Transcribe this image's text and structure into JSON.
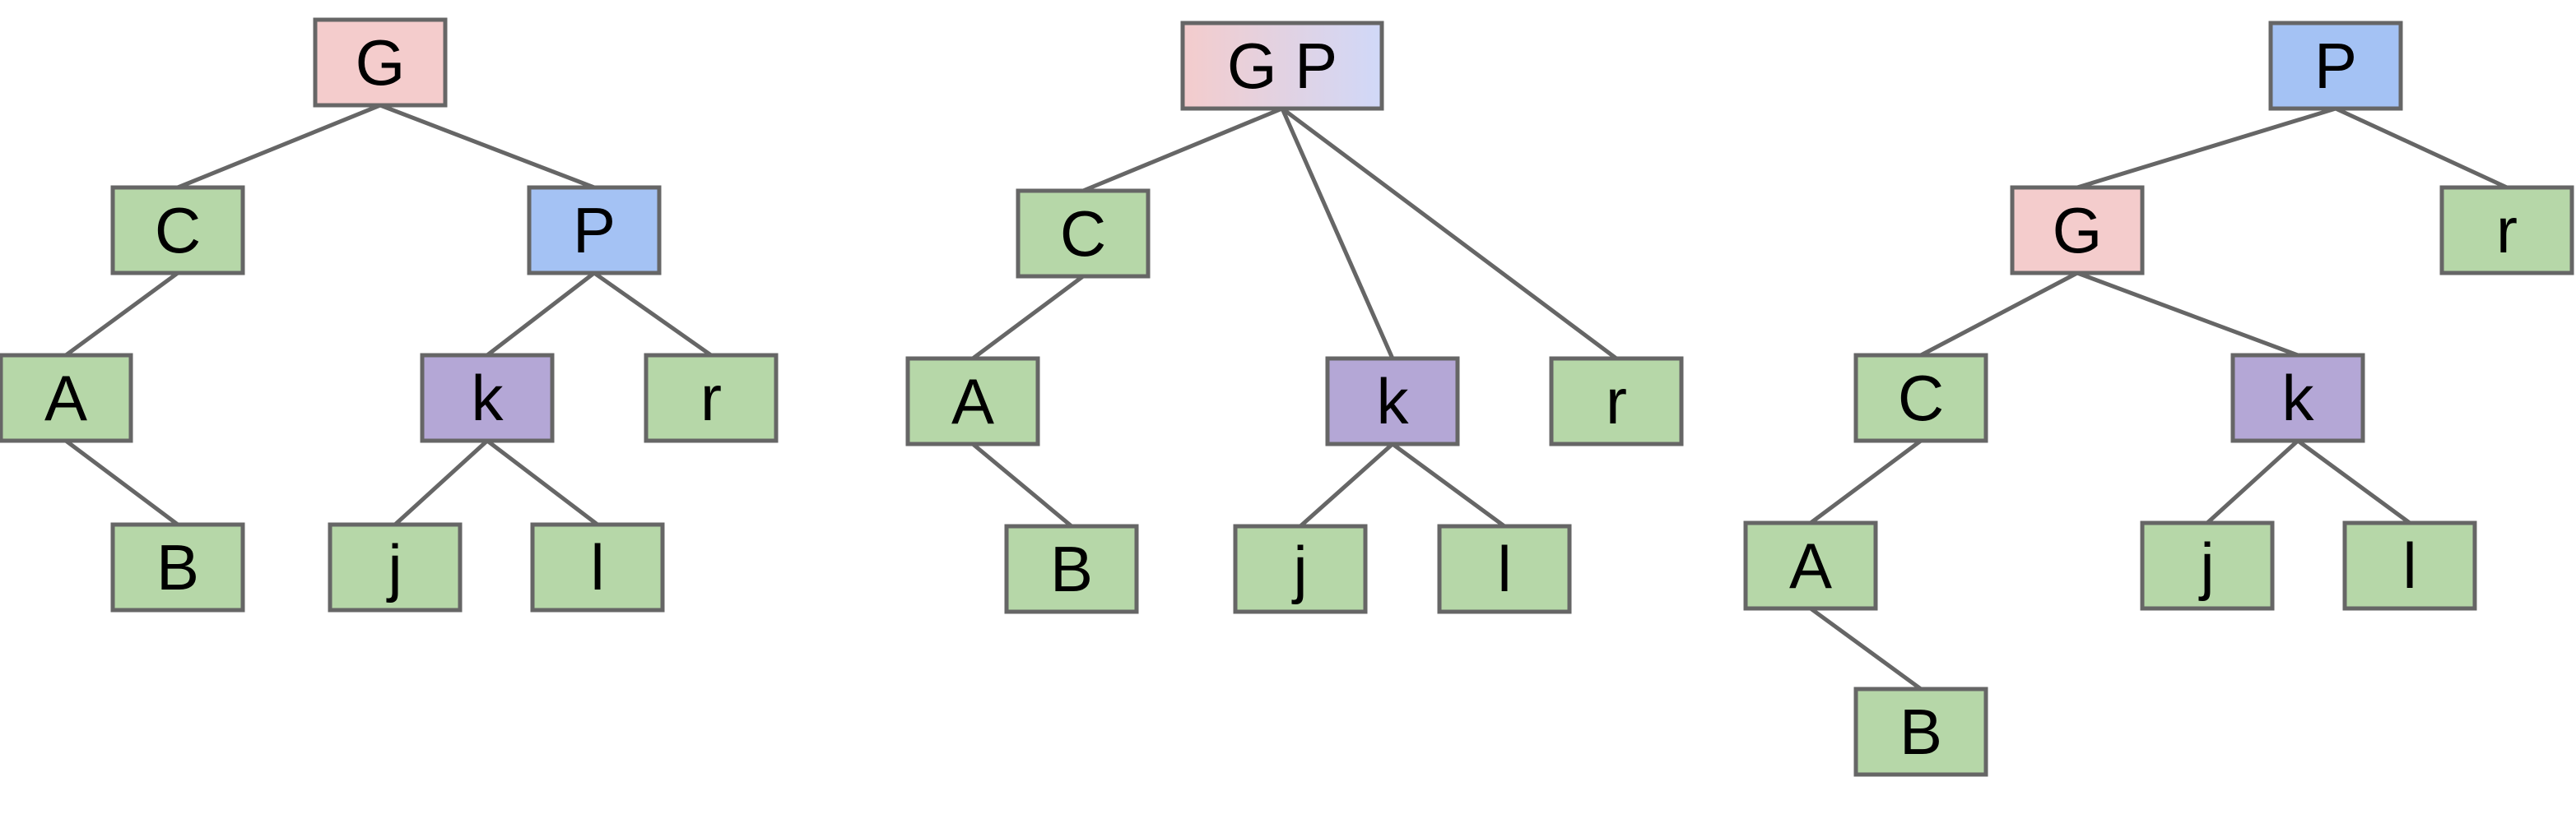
{
  "colors": {
    "leaf": "#b6d7a8",
    "grandparent": "#f4cccc",
    "parent": "#a4c2f4",
    "child": "#b4a7d6",
    "merged_start": "#f4cccc",
    "merged_end": "#d0d8f8",
    "edge": "#666666"
  },
  "trees": [
    {
      "nodes": [
        {
          "id": "G",
          "label": "G",
          "role": "grandparent"
        },
        {
          "id": "C",
          "label": "C",
          "role": "leaf"
        },
        {
          "id": "P",
          "label": "P",
          "role": "parent"
        },
        {
          "id": "A",
          "label": "A",
          "role": "leaf"
        },
        {
          "id": "k",
          "label": "k",
          "role": "child"
        },
        {
          "id": "r",
          "label": "r",
          "role": "leaf"
        },
        {
          "id": "B",
          "label": "B",
          "role": "leaf"
        },
        {
          "id": "j",
          "label": "j",
          "role": "leaf"
        },
        {
          "id": "l",
          "label": "l",
          "role": "leaf"
        }
      ],
      "edges": [
        [
          "G",
          "C"
        ],
        [
          "G",
          "P"
        ],
        [
          "C",
          "A"
        ],
        [
          "A",
          "B"
        ],
        [
          "P",
          "k"
        ],
        [
          "P",
          "r"
        ],
        [
          "k",
          "j"
        ],
        [
          "k",
          "l"
        ]
      ]
    },
    {
      "nodes": [
        {
          "id": "GP",
          "label": "G P",
          "role": "merged"
        },
        {
          "id": "C",
          "label": "C",
          "role": "leaf"
        },
        {
          "id": "A",
          "label": "A",
          "role": "leaf"
        },
        {
          "id": "B",
          "label": "B",
          "role": "leaf"
        },
        {
          "id": "k",
          "label": "k",
          "role": "child"
        },
        {
          "id": "r",
          "label": "r",
          "role": "leaf"
        },
        {
          "id": "j",
          "label": "j",
          "role": "leaf"
        },
        {
          "id": "l",
          "label": "l",
          "role": "leaf"
        }
      ],
      "edges": [
        [
          "GP",
          "C"
        ],
        [
          "GP",
          "k"
        ],
        [
          "GP",
          "r"
        ],
        [
          "C",
          "A"
        ],
        [
          "A",
          "B"
        ],
        [
          "k",
          "j"
        ],
        [
          "k",
          "l"
        ]
      ]
    },
    {
      "nodes": [
        {
          "id": "P",
          "label": "P",
          "role": "parent"
        },
        {
          "id": "G",
          "label": "G",
          "role": "grandparent"
        },
        {
          "id": "r",
          "label": "r",
          "role": "leaf"
        },
        {
          "id": "C",
          "label": "C",
          "role": "leaf"
        },
        {
          "id": "k",
          "label": "k",
          "role": "child"
        },
        {
          "id": "A",
          "label": "A",
          "role": "leaf"
        },
        {
          "id": "B",
          "label": "B",
          "role": "leaf"
        },
        {
          "id": "j",
          "label": "j",
          "role": "leaf"
        },
        {
          "id": "l",
          "label": "l",
          "role": "leaf"
        }
      ],
      "edges": [
        [
          "P",
          "G"
        ],
        [
          "P",
          "r"
        ],
        [
          "G",
          "C"
        ],
        [
          "G",
          "k"
        ],
        [
          "C",
          "A"
        ],
        [
          "A",
          "B"
        ],
        [
          "k",
          "j"
        ],
        [
          "k",
          "l"
        ]
      ]
    }
  ]
}
